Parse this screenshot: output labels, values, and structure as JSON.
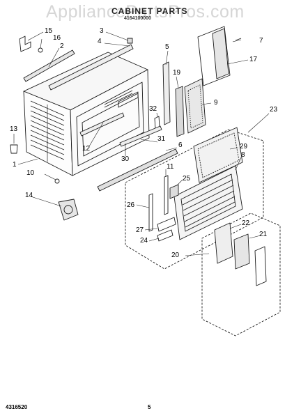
{
  "watermark": "AppliancePartsPros.com",
  "header": {
    "title": "CABINET PARTS",
    "subtitle": "4164100000"
  },
  "callouts": [
    "15",
    "16",
    "2",
    "3",
    "4",
    "5",
    "7",
    "17",
    "19",
    "9",
    "23",
    "32",
    "13",
    "12",
    "31",
    "6",
    "30",
    "1",
    "29",
    "8",
    "10",
    "11",
    "25",
    "14",
    "26",
    "22",
    "21",
    "27",
    "24",
    "20"
  ],
  "footer": {
    "doc_number": "4316520",
    "page_number": "5"
  },
  "colors": {
    "line": "#1a1a1a",
    "watermark": "#d6d6d6"
  }
}
